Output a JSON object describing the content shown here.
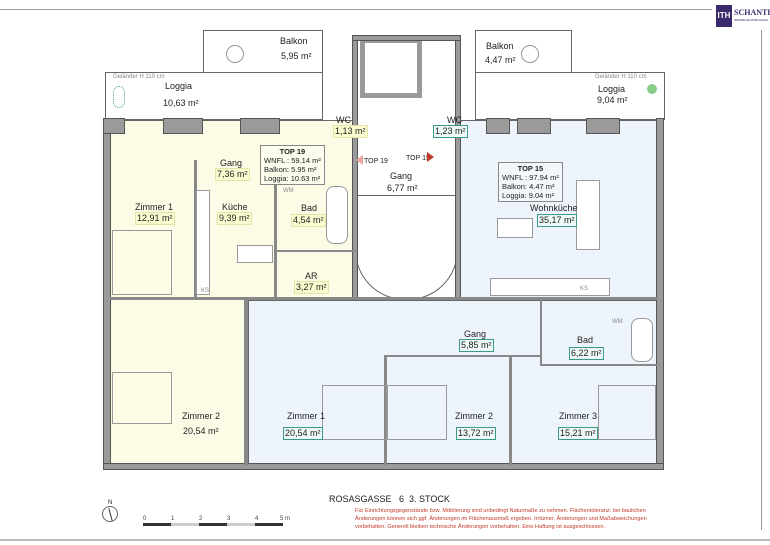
{
  "logo": {
    "mark": "ITH",
    "name": "SCHANTL",
    "tagline": "IMMOBILIENTREUHAND",
    "color": "#3b2a6b"
  },
  "railing": "Geländer H 110 cm",
  "top19": {
    "title": "TOP 19",
    "wnfl": "WNFL : 59.14 m²",
    "balkon": "Balkon: 5.95 m²",
    "loggia": "Loggia: 10.63 m²",
    "rooms": {
      "balkon": {
        "name": "Balkon",
        "area": "5,95 m²"
      },
      "loggia": {
        "name": "Loggia",
        "area": "10,63 m²"
      },
      "wc": {
        "name": "WC",
        "area": "1,13 m²"
      },
      "gang": {
        "name": "Gang",
        "area": "7,36 m²"
      },
      "zimmer1": {
        "name": "Zimmer 1",
        "area": "12,91 m²"
      },
      "kueche": {
        "name": "Küche",
        "area": "9,39 m²"
      },
      "bad": {
        "name": "Bad",
        "area": "4,54 m²"
      },
      "ar": {
        "name": "AR",
        "area": "3,27 m²"
      },
      "zimmer2": {
        "name": "Zimmer 2",
        "area": "20,54 m²"
      }
    }
  },
  "stair": {
    "gang": {
      "name": "Gang",
      "area": "6,77 m²"
    },
    "entry19": "TOP 19",
    "entry15": "TOP 15"
  },
  "top15": {
    "title": "TOP 15",
    "wnfl": "WNFL : 97.94 m²",
    "balkon": "Balkon: 4.47 m²",
    "loggia": "Loggia: 9.04 m²",
    "rooms": {
      "balkon": {
        "name": "Balkon",
        "area": "4,47 m²"
      },
      "loggia": {
        "name": "Loggia",
        "area": "9,04 m²"
      },
      "wc": {
        "name": "WC",
        "area": "1,23 m²"
      },
      "wohnkueche": {
        "name": "Wohnküche",
        "area": "35,17 m²"
      },
      "gang": {
        "name": "Gang",
        "area": "5,85 m²"
      },
      "bad": {
        "name": "Bad",
        "area": "6,22 m²"
      },
      "zimmer1": {
        "name": "Zimmer 1",
        "area": "20,54 m²"
      },
      "zimmer2": {
        "name": "Zimmer 2",
        "area": "13,72 m²"
      },
      "zimmer3": {
        "name": "Zimmer 3",
        "area": "15,21 m²"
      }
    }
  },
  "fixtures": {
    "wm": "WM",
    "ks": "KS"
  },
  "footer": {
    "address": "ROSASGASSE   6  3. STOCK",
    "north": "N",
    "scale": [
      "0",
      "1",
      "2",
      "3",
      "4",
      "5 m"
    ],
    "disclaimer": "Für Einrichtungsgegenstände bzw. Möblierung sind unbedingt Naturmaße zu nehmen.  Flächentoleranz: bei baulichen Änderungen können sich ggf. Änderungen im Flächenausmaß ergeben. Irrtümer, Änderungen und Maßabweichungen vorbehalten. Generell bleiben technische Änderungen vorbehalten. Eine Haftung ist ausgeschlossen.",
    "disclaimer_color": "#c0392b"
  }
}
